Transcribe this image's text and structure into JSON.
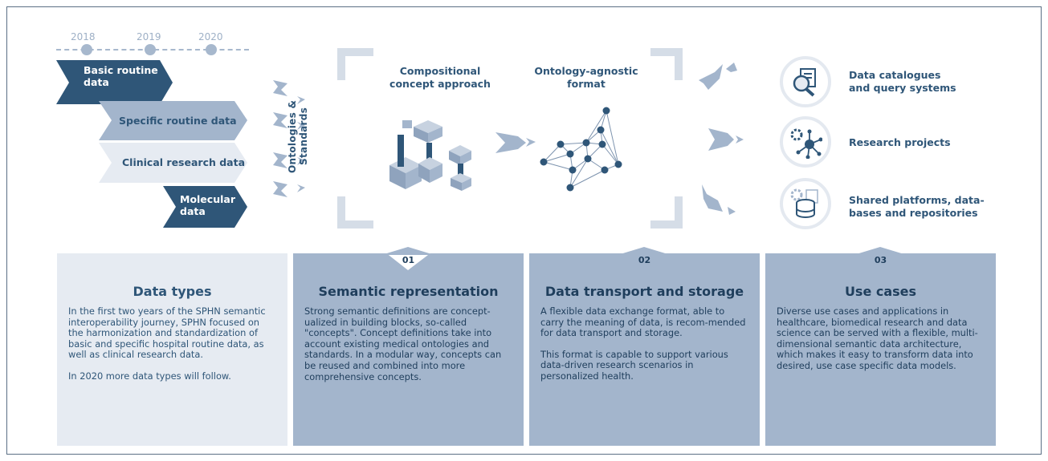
{
  "timeline": {
    "years": [
      "2018",
      "2019",
      "2020"
    ]
  },
  "data_types": [
    {
      "label_line1": "Basic routine",
      "label_line2": "data"
    },
    {
      "label_line1": "Specific routine data",
      "label_line2": ""
    },
    {
      "label_line1": "Clinical research data",
      "label_line2": ""
    },
    {
      "label_line1": "Molecular",
      "label_line2": "data"
    }
  ],
  "ontologies_label": "Ontologies & Standards",
  "concept_heading": {
    "line1": "Compositional",
    "line2": "concept approach"
  },
  "format_heading": {
    "line1": "Ontology-agnostic",
    "line2": "format"
  },
  "use_cases": [
    {
      "icon": "data-catalogue-icon",
      "line1": "Data catalogues",
      "line2": "and query systems"
    },
    {
      "icon": "research-projects-icon",
      "line1": "Research projects",
      "line2": ""
    },
    {
      "icon": "shared-platforms-icon",
      "line1": "Shared platforms, data-",
      "line2": "bases and repositories"
    }
  ],
  "panels": [
    {
      "number": "",
      "title": "Data types",
      "paragraphs": [
        "In the first two years of the SPHN semantic interoperability journey, SPHN focused on the harmonization and standardization of basic and specific hospital routine data, as well as clinical research data.",
        "In 2020 more data types will follow."
      ]
    },
    {
      "number": "01",
      "title": "Semantic representation",
      "paragraphs": [
        "Strong semantic definitions are concept-ualized in building blocks, so-called \"concepts\". Concept definitions take into account existing medical ontologies and standards. In a modular way, concepts can be reused and combined into more comprehensive concepts."
      ]
    },
    {
      "number": "02",
      "title": "Data transport and storage",
      "paragraphs": [
        "A flexible data exchange format, able to carry the meaning of data, is recom-mended for data transport and storage.",
        "This format is capable to support various data-driven research scenarios in personalized health."
      ]
    },
    {
      "number": "03",
      "title": "Use cases",
      "paragraphs": [
        "Diverse use cases and applications in healthcare, biomedical research and data science can be served with a flexible, multi-dimensional semantic data architecture, which makes it easy to transform data into desired, use case specific data models."
      ]
    }
  ],
  "colors": {
    "dark_blue": "#2f5678",
    "mid_blue": "#a3b5cc",
    "light_blue": "#e6ebf2",
    "bracket": "#d5dde7"
  }
}
